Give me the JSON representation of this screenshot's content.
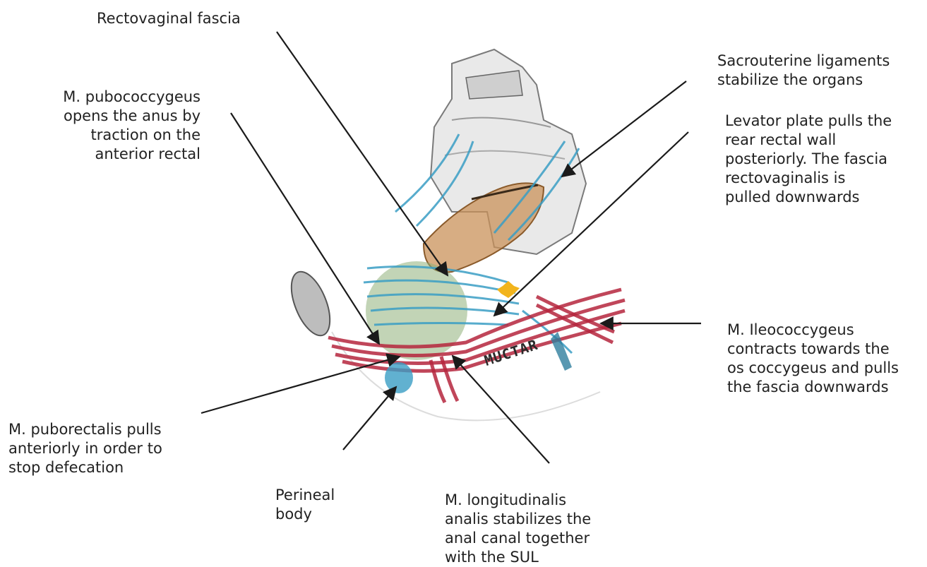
{
  "labels": {
    "rectovaginal_fascia": "Rectovaginal fascia",
    "pubococcygeus": "M. pubococcygeus\nopens the anus by\ntraction on the\nanterior rectal",
    "sacrouterine": "Sacrouterine ligaments\nstabilize the organs",
    "levator_plate": "Levator plate pulls the\nrear rectal wall\nposteriorly. The fascia\nrectovaginalis is\npulled downwards",
    "ileococcygeus": "M. Ileococcygeus\ncontracts towards the\nos coccygeus and pulls\nthe fascia downwards",
    "puborectalis": "M. puborectalis pulls\nanteriorly in order to\nstop defecation",
    "perineal_body": "Perineal\nbody",
    "longitudinalis": "M. longitudinalis\nanalis stabilizes the\nanal canal together\nwith the SUL"
  },
  "signature": "MUCTAR",
  "colors": {
    "muscle_red": "#b5263d",
    "ligament_blue": "#3a9ec4",
    "rectum_brown": "#b07a45",
    "bone_gray": "#8a8a8a",
    "accent_yellow": "#f2b41c"
  }
}
